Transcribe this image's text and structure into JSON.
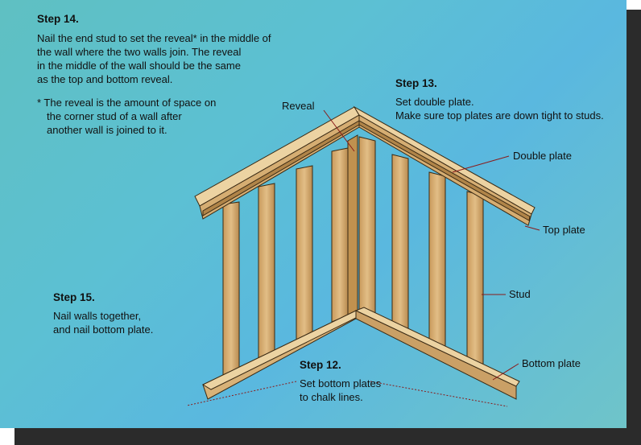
{
  "step14": {
    "heading": "Step 14.",
    "line1": "Nail the end stud to set the reveal* in the middle of",
    "line2": "the wall where the two walls join. The reveal",
    "line3": "in the middle of the wall should be the same",
    "line4": "as the top and bottom reveal.",
    "note1": "*  The reveal is the amount of space on",
    "note2": "the corner stud of a wall after",
    "note3": "another wall is joined to it."
  },
  "step13": {
    "heading": "Step 13.",
    "line1": "Set double plate.",
    "line2": "Make sure top plates are down tight to studs."
  },
  "step15": {
    "heading": "Step 15.",
    "line1": "Nail walls together,",
    "line2": "and nail bottom plate."
  },
  "step12": {
    "heading": "Step 12.",
    "line1": "Set bottom plates",
    "line2": "to chalk lines."
  },
  "labels": {
    "reveal": "Reveal",
    "double_plate": "Double plate",
    "top_plate": "Top plate",
    "stud": "Stud",
    "bottom_plate": "Bottom plate"
  },
  "colors": {
    "wood": "#dcb77e",
    "wood_dark": "#b58a4e",
    "wood_light": "#ead0a0",
    "leader": "#8a1a1a"
  }
}
